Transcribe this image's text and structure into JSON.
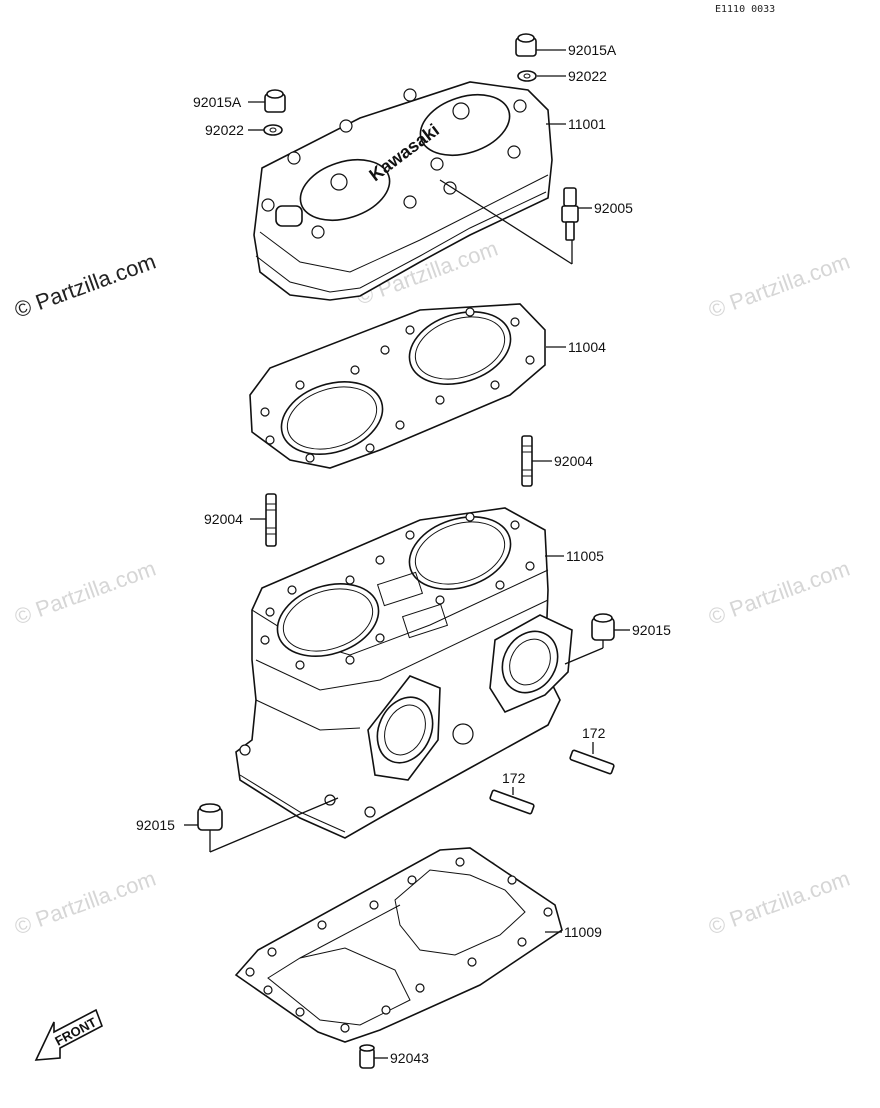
{
  "diagram_code": "E1110 0033",
  "brand_mark": "Kawasaki",
  "front_label": "FRONT",
  "watermark": "© Partzilla.com",
  "colors": {
    "line": "#111111",
    "watermark": "#d6d6d6",
    "background": "#ffffff"
  },
  "callouts": {
    "nut_top_right": "92015A",
    "washer_top_right": "92022",
    "nut_top_left": "92015A",
    "washer_top_left": "92022",
    "cylinder_head": "11001",
    "spark_plug": "92005",
    "head_gasket": "11004",
    "stud_right": "92004",
    "stud_left": "92004",
    "cylinder": "11005",
    "nut_right": "92015",
    "stud_172_right": "172",
    "stud_172_mid": "172",
    "nut_left": "92015",
    "base_gasket": "11009",
    "dowel_pin": "92043"
  }
}
